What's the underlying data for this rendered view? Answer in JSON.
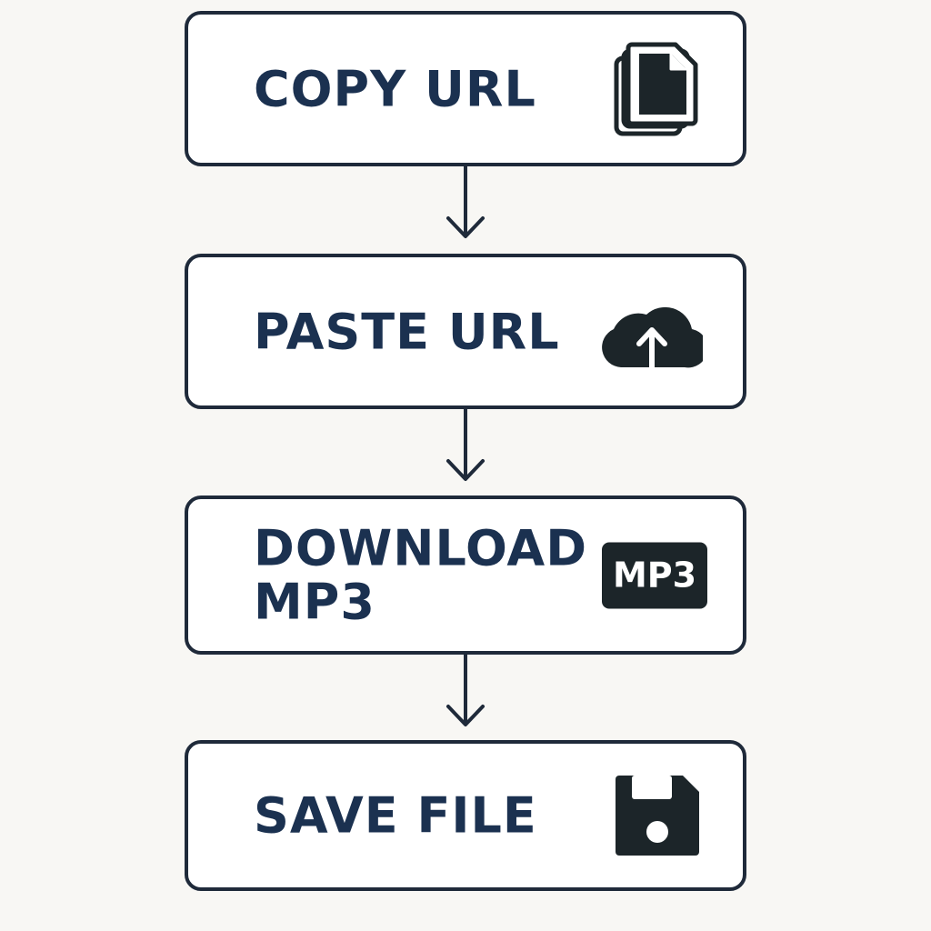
{
  "steps": [
    {
      "label": "COPY URL",
      "icon": "copy-icon"
    },
    {
      "label": "PASTE URL",
      "icon": "cloud-upload-icon"
    },
    {
      "label": "DOWNLOAD\nMP3",
      "icon": "mp3-badge",
      "badge_text": "MP3"
    },
    {
      "label": "SAVE FILE",
      "icon": "floppy-disk-icon"
    }
  ],
  "colors": {
    "border": "#1f2a3a",
    "text": "#1b3150",
    "icon": "#1c2529",
    "background": "#f8f7f4",
    "box": "#ffffff"
  }
}
